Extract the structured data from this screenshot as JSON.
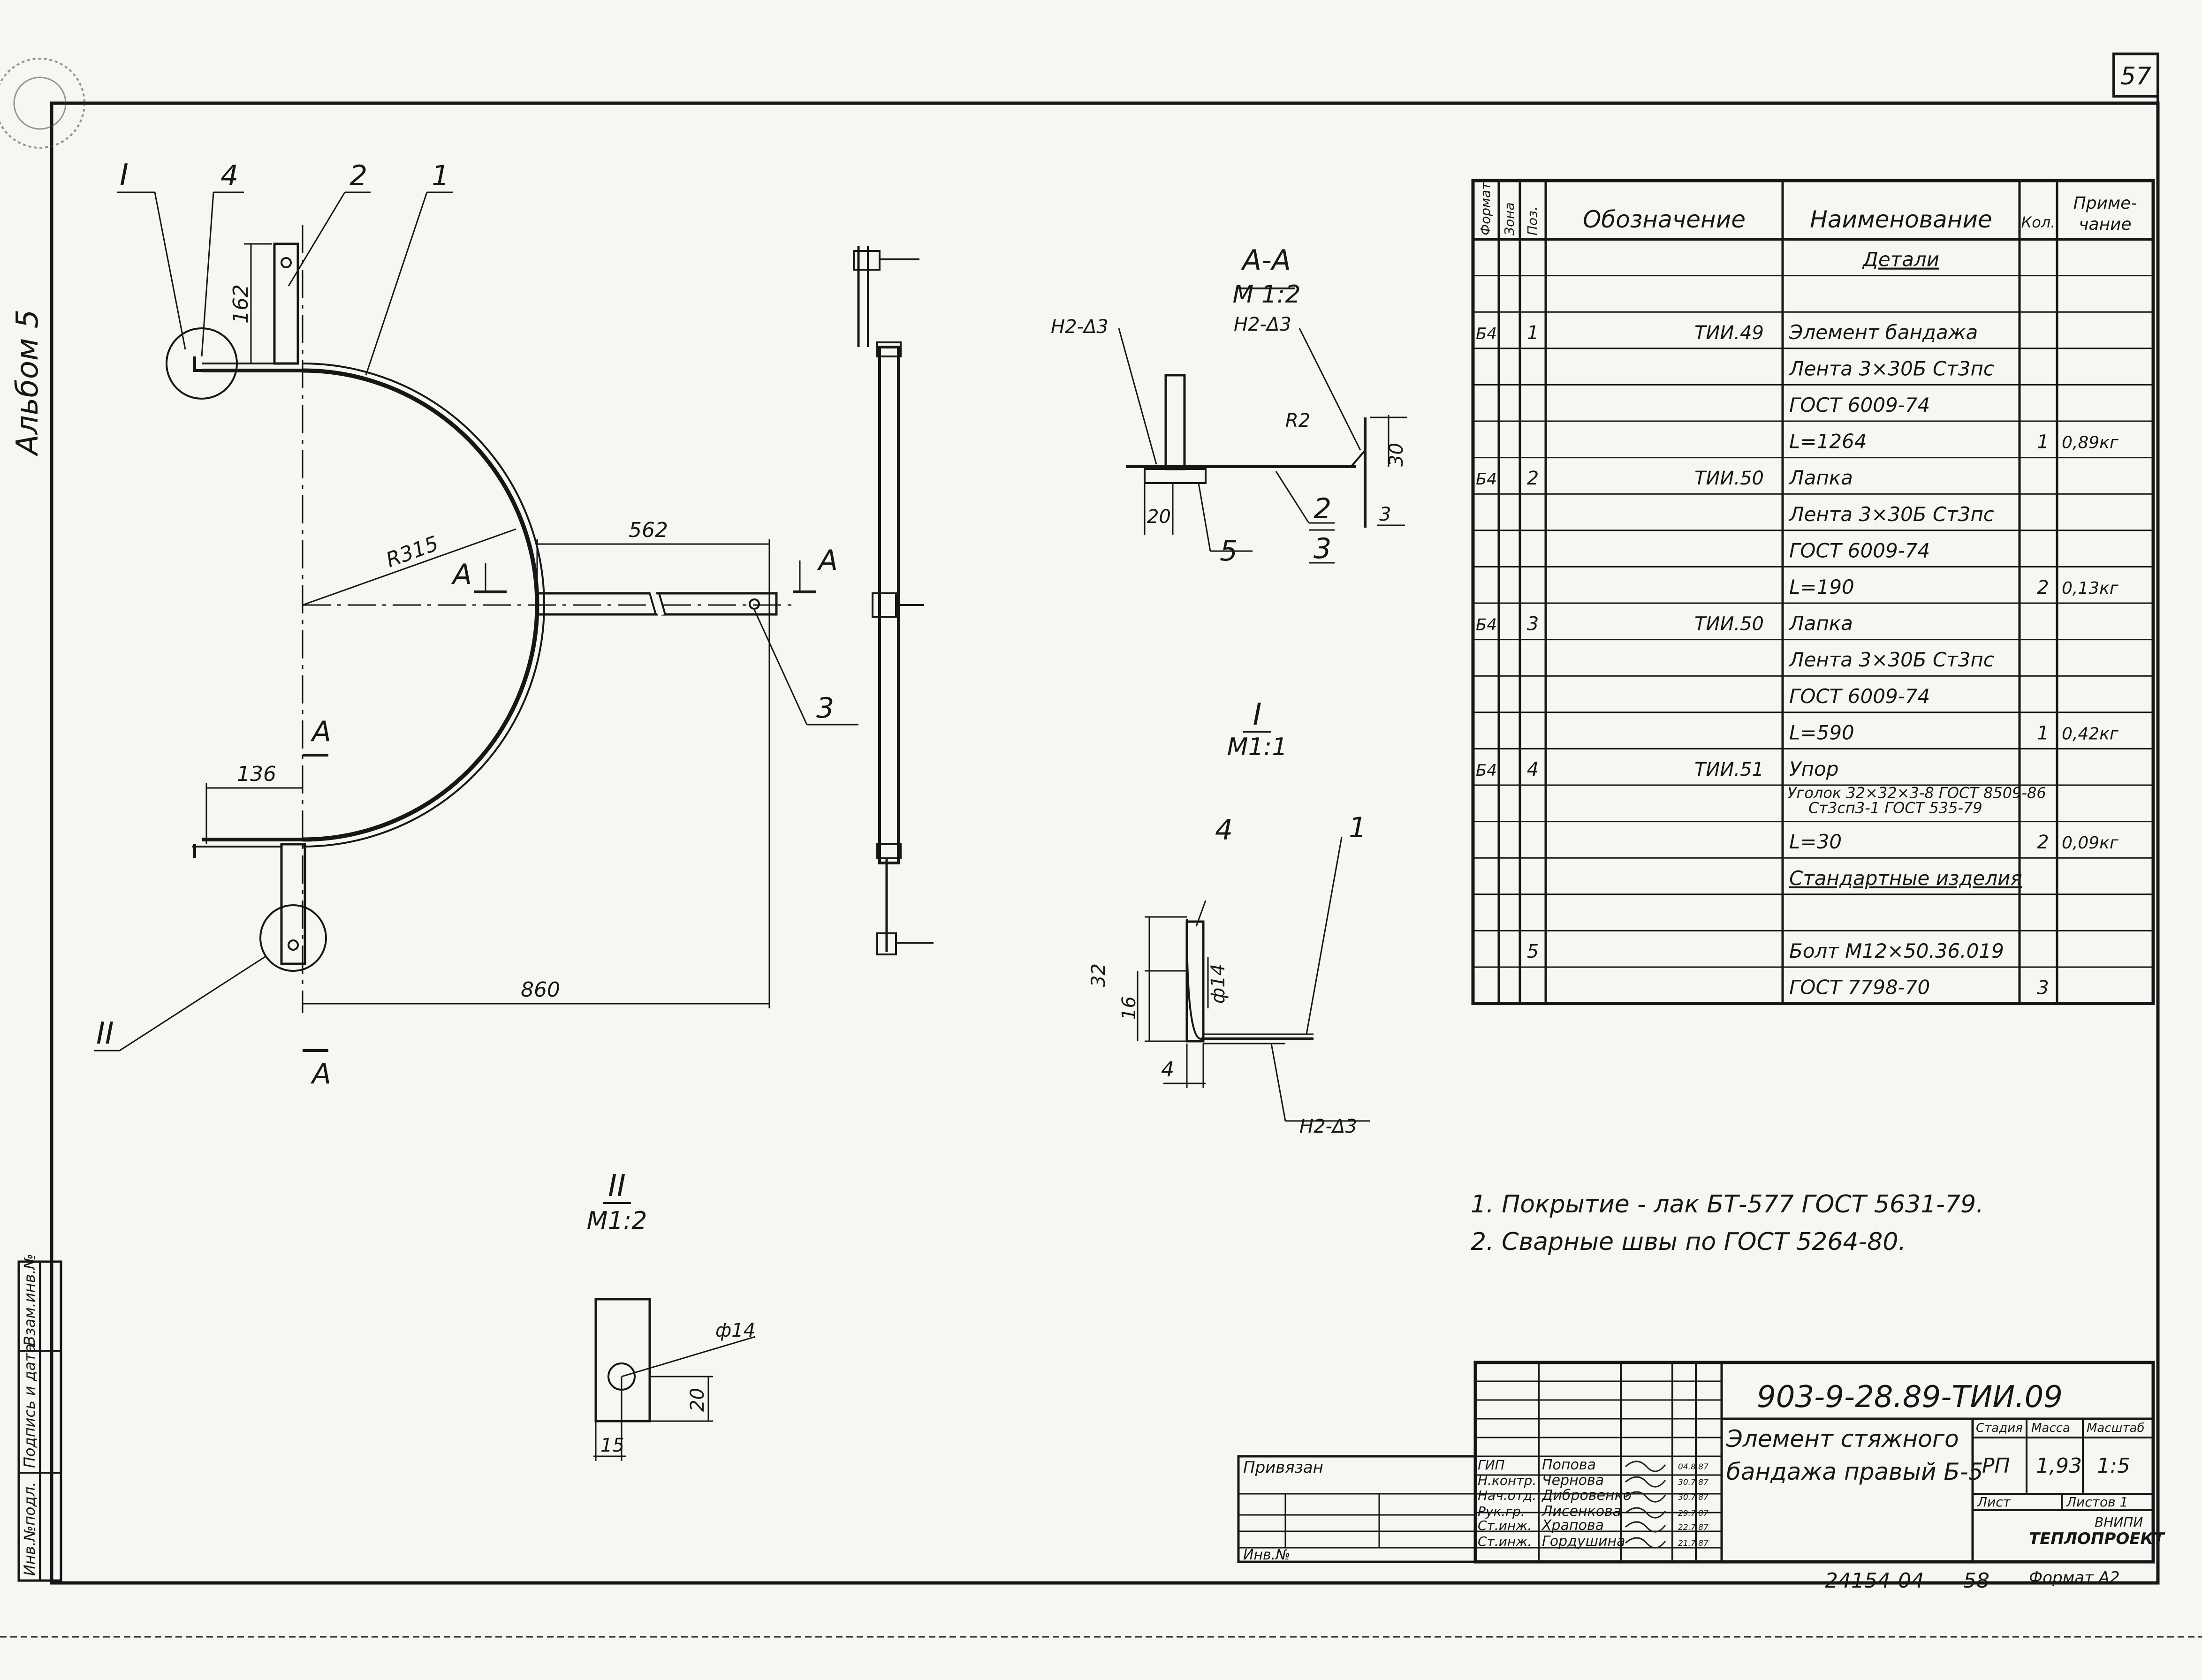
{
  "page": {
    "sheet_number": "57",
    "album": "Альбом 5",
    "bottom_code": "24154-04",
    "bottom_page": "58",
    "format": "Формат А2"
  },
  "drawing": {
    "callouts": {
      "view1": "I",
      "view2": "II",
      "p1": "1",
      "p2": "2",
      "p3": "3",
      "p4": "4"
    },
    "dims": {
      "d162": "162",
      "r315": "R315",
      "d562": "562",
      "d136": "136",
      "d860": "860"
    },
    "section_mark": "А",
    "section_aa": {
      "title": "А-А",
      "scale": "М 1:2",
      "weld_left": "Н2-Δ3",
      "weld_right": "Н2-Δ3",
      "r2": "R2",
      "d30": "30",
      "d3": "3",
      "d20": "20",
      "p5": "5",
      "p2": "2",
      "p3": "3"
    },
    "view_i": {
      "title": "I",
      "scale": "М1:1",
      "p4": "4",
      "p1": "1",
      "d32": "32",
      "d16": "16",
      "phi14": "ф14",
      "d4": "4",
      "weld": "Н2-Δ3"
    },
    "view_ii": {
      "title": "II",
      "scale": "М1:2",
      "phi14": "ф14",
      "d20": "20",
      "d15": "15"
    }
  },
  "spec_table": {
    "headers": {
      "format": "Формат",
      "zone": "Зона",
      "pos": "Поз.",
      "designation": "Обозначение",
      "name": "Наименование",
      "qty": "Кол.",
      "note": "Приме-чание"
    },
    "rows": [
      {
        "format": "",
        "zone": "",
        "pos": "",
        "designation": "",
        "name": "Детали",
        "qty": "",
        "note": ""
      },
      {
        "format": "",
        "zone": "",
        "pos": "",
        "designation": "",
        "name": "",
        "qty": "",
        "note": ""
      },
      {
        "format": "Б4",
        "zone": "",
        "pos": "1",
        "designation": "ТИИ.49",
        "name": "Элемент бандажа",
        "qty": "",
        "note": ""
      },
      {
        "format": "",
        "zone": "",
        "pos": "",
        "designation": "",
        "name": "Лента 3×30Б Ст3пс",
        "qty": "",
        "note": ""
      },
      {
        "format": "",
        "zone": "",
        "pos": "",
        "designation": "",
        "name": "ГОСТ 6009-74",
        "qty": "",
        "note": ""
      },
      {
        "format": "",
        "zone": "",
        "pos": "",
        "designation": "",
        "name": "L=1264",
        "qty": "1",
        "note": "0,89кг"
      },
      {
        "format": "Б4",
        "zone": "",
        "pos": "2",
        "designation": "ТИИ.50",
        "name": "Лапка",
        "qty": "",
        "note": ""
      },
      {
        "format": "",
        "zone": "",
        "pos": "",
        "designation": "",
        "name": "Лента 3×30Б Ст3пс",
        "qty": "",
        "note": ""
      },
      {
        "format": "",
        "zone": "",
        "pos": "",
        "designation": "",
        "name": "ГОСТ 6009-74",
        "qty": "",
        "note": ""
      },
      {
        "format": "",
        "zone": "",
        "pos": "",
        "designation": "",
        "name": "L=190",
        "qty": "2",
        "note": "0,13кг"
      },
      {
        "format": "Б4",
        "zone": "",
        "pos": "3",
        "designation": "ТИИ.50",
        "name": "Лапка",
        "qty": "",
        "note": ""
      },
      {
        "format": "",
        "zone": "",
        "pos": "",
        "designation": "",
        "name": "Лента 3×30Б Ст3пс",
        "qty": "",
        "note": ""
      },
      {
        "format": "",
        "zone": "",
        "pos": "",
        "designation": "",
        "name": "ГОСТ 6009-74",
        "qty": "",
        "note": ""
      },
      {
        "format": "",
        "zone": "",
        "pos": "",
        "designation": "",
        "name": "L=590",
        "qty": "1",
        "note": "0,42кг"
      },
      {
        "format": "Б4",
        "zone": "",
        "pos": "4",
        "designation": "ТИИ.51",
        "name": "Упор",
        "qty": "",
        "note": ""
      },
      {
        "format": "",
        "zone": "",
        "pos": "",
        "designation": "",
        "name": "Уголок 32×32×3-8 ГОСТ 8509-86",
        "name2": "Ст3сп3-1 ГОСТ 535-79",
        "qty": "",
        "note": ""
      },
      {
        "format": "",
        "zone": "",
        "pos": "",
        "designation": "",
        "name": "L=30",
        "qty": "2",
        "note": "0,09кг"
      },
      {
        "format": "",
        "zone": "",
        "pos": "",
        "designation": "",
        "name": "Стандартные изделия",
        "qty": "",
        "note": ""
      },
      {
        "format": "",
        "zone": "",
        "pos": "",
        "designation": "",
        "name": "",
        "qty": "",
        "note": ""
      },
      {
        "format": "",
        "zone": "",
        "pos": "5",
        "designation": "",
        "name": "Болт М12×50.36.019",
        "qty": "",
        "note": ""
      },
      {
        "format": "",
        "zone": "",
        "pos": "",
        "designation": "",
        "name": "ГОСТ 7798-70",
        "qty": "3",
        "note": ""
      }
    ]
  },
  "notes": [
    "1. Покрытие - лак БТ-577 ГОСТ 5631-79.",
    "2. Сварные швы по ГОСТ 5264-80."
  ],
  "title_block": {
    "doc_code": "903-9-28.89-ТИИ.09",
    "title_line1": "Элемент стяжного",
    "title_line2": "бандажа правый Б-5",
    "stage_label": "Стадия",
    "mass_label": "Масса",
    "scale_label": "Масштаб",
    "stage": "РП",
    "mass": "1,93",
    "scale": "1:5",
    "sheet_label": "Лист",
    "sheets_label": "Листов 1",
    "org_line1": "ВНИПИ",
    "org_line2": "ТЕПЛОПРОЕКТ",
    "privyazan": "Привязан",
    "inv": "Инв.№",
    "signatures": [
      {
        "role": "ГИП",
        "name": "Попова",
        "date": "04.8.87"
      },
      {
        "role": "Н.контр.",
        "name": "Чернова",
        "date": "30.7.87"
      },
      {
        "role": "Нач.отд.",
        "name": "Дибровенко",
        "date": "30.7.87"
      },
      {
        "role": "Рук.гр.",
        "name": "Лисенкова",
        "date": "29.7.87"
      },
      {
        "role": "Ст.инж.",
        "name": "Храпова",
        "date": "22.7.87"
      },
      {
        "role": "Ст.инж.",
        "name": "Гордушина",
        "date": "21.7.87"
      }
    ]
  },
  "left_strip": {
    "inv_podl": "Инв.№подл.",
    "sign_date": "Подпись и дата",
    "vzam": "Взам.инв.№"
  }
}
